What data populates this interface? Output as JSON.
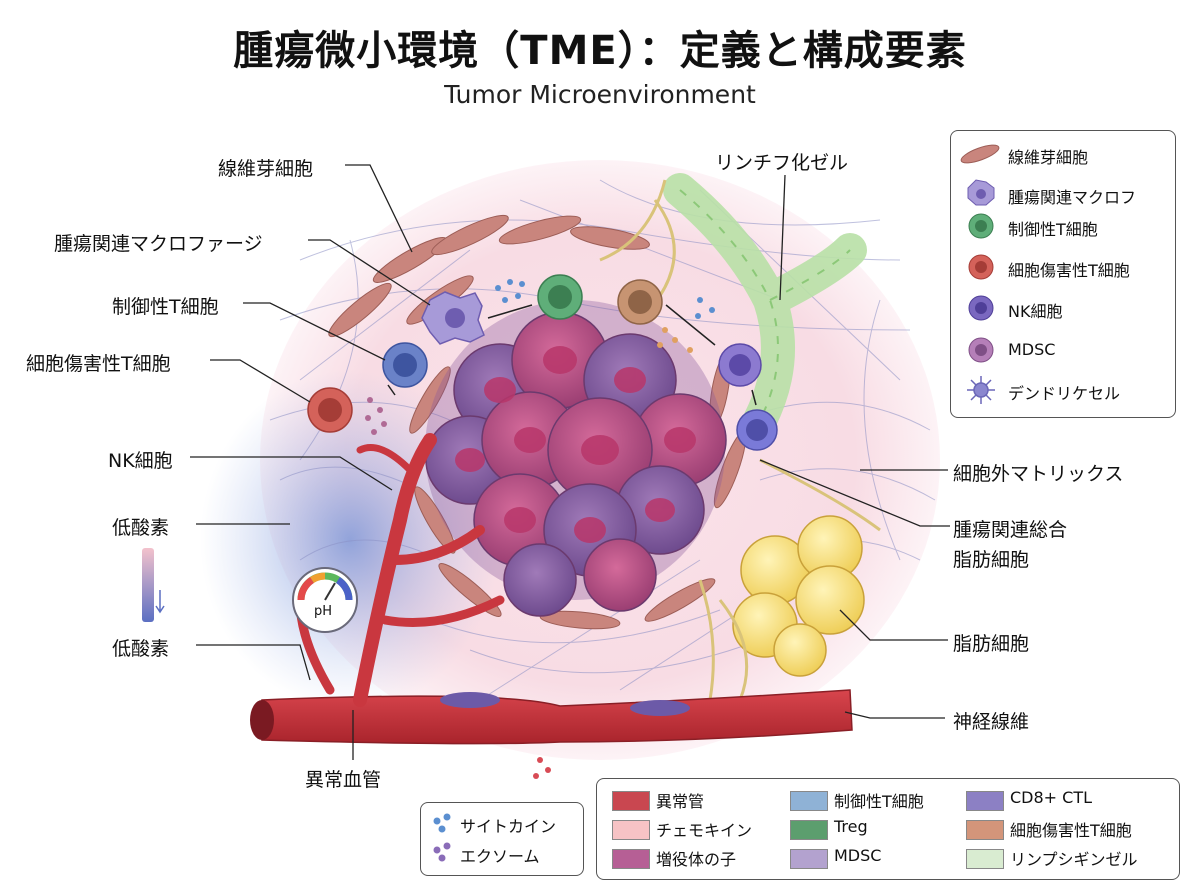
{
  "title": "腫瘍微小環境（TME）：定義と構成要素",
  "subtitle": "Tumor Microenvironment",
  "left_labels": [
    {
      "id": "fibroblast",
      "text": "線維芽細胞"
    },
    {
      "id": "tam",
      "text": "腫瘍関連マクロファージ"
    },
    {
      "id": "treg",
      "text": "制御性T細胞"
    },
    {
      "id": "ctl",
      "text": "細胞傷害性T細胞"
    },
    {
      "id": "nk",
      "text": "NK細胞"
    },
    {
      "id": "hypoxia1",
      "text": "低酸素"
    },
    {
      "id": "hypoxia2",
      "text": "低酸素"
    }
  ],
  "bottom_label": "異常血管",
  "right_labels": [
    {
      "id": "lymph",
      "text": "リンチフ化ゼル"
    },
    {
      "id": "ecm",
      "text": "細胞外マトリックス"
    },
    {
      "id": "caf1",
      "text": "腫瘍関連総合"
    },
    {
      "id": "caf2",
      "text": "脂肪細胞"
    },
    {
      "id": "adipo",
      "text": "脂肪細胞"
    },
    {
      "id": "nerve",
      "text": "神経線維"
    }
  ],
  "ph_label": "pH",
  "icon_legend": [
    {
      "text": "線維芽細胞",
      "icon": "fibroblast-icon",
      "color": "#c9857d"
    },
    {
      "text": "腫瘍関連マクロフ",
      "icon": "macrophage-icon",
      "color": "#a79ad8"
    },
    {
      "text": "制御性T細胞",
      "icon": "treg-cell-icon",
      "color": "#5fae79"
    },
    {
      "text": "細胞傷害性T細胞",
      "icon": "ctl-cell-icon",
      "color": "#d4625a"
    },
    {
      "text": "NK細胞",
      "icon": "nk-cell-icon",
      "color": "#7a68c0"
    },
    {
      "text": "MDSC",
      "icon": "mdsc-icon",
      "color": "#b57fb8"
    },
    {
      "text": "デンドリケセル",
      "icon": "dendritic-cell-icon",
      "color": "#8a86cf"
    }
  ],
  "dot_legend": [
    {
      "text": "サイトカイン",
      "icon": "cytokine-dots-icon",
      "color": "#5b8fd0"
    },
    {
      "text": "エクソーム",
      "icon": "exosome-dots-icon",
      "color": "#8a6cb8"
    }
  ],
  "color_legend": [
    {
      "text": "異常管",
      "color": "#c94750"
    },
    {
      "text": "制御性T細胞",
      "color": "#8fb2d6"
    },
    {
      "text": "CD8+ CTL",
      "color": "#8c80c4"
    },
    {
      "text": "チェモキイン",
      "color": "#f7c3c5"
    },
    {
      "text": "Treg",
      "color": "#5c9e6e"
    },
    {
      "text": "細胞傷害性T細胞",
      "color": "#d3957a"
    },
    {
      "text": "増役体の子",
      "color": "#b65f95"
    },
    {
      "text": "MDSC",
      "color": "#b3a2cf"
    },
    {
      "text": "リンプシギンゼル",
      "color": "#d9ecd1"
    }
  ]
}
